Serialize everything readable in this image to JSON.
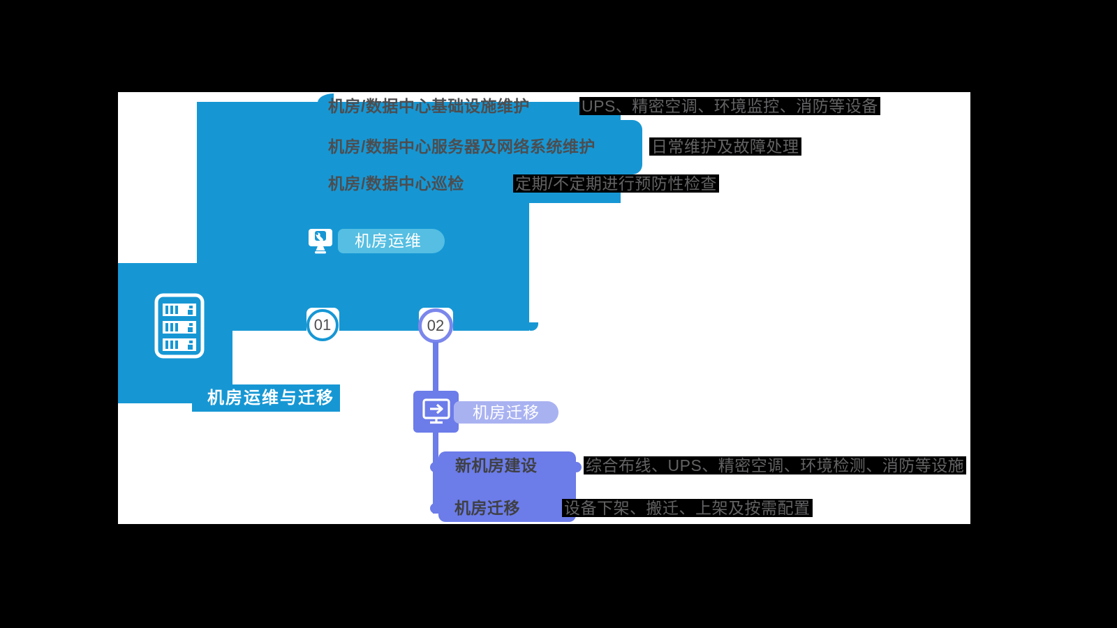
{
  "title": "机房运维与迁移",
  "branch01": {
    "number": "01",
    "label": "机房运维",
    "items": [
      {
        "title": "机房/数据中心基础设施维护",
        "desc": "UPS、精密空调、环境监控、消防等设备"
      },
      {
        "title": "机房/数据中心服务器及网络系统维护",
        "desc": "日常维护及故障处理"
      },
      {
        "title": "机房/数据中心巡检",
        "desc": "定期/不定期进行预防性检查"
      }
    ]
  },
  "branch02": {
    "number": "02",
    "label": "机房迁移",
    "items": [
      {
        "title": "新机房建设",
        "desc": "综合布线、UPS、精密空调、环境检测、消防等设施"
      },
      {
        "title": "机房迁移",
        "desc": "设备下架、搬迁、上架及按需配置"
      }
    ]
  },
  "icons": {
    "root": "server-rack-icon",
    "branch01": "monitor-wrench-icon",
    "branch02": "monitor-arrow-icon"
  },
  "colors": {
    "cyan": "#1697D4",
    "cyan_light": "#55BEE2",
    "purple": "#6C7CE9",
    "purple_light": "#A9B2F1",
    "purple_circle_border": "#7B87EB",
    "heading_text": "#4D4D4F",
    "desc_highlight": "#000000",
    "background": "#000000",
    "canvas": "#FFFFFF"
  }
}
